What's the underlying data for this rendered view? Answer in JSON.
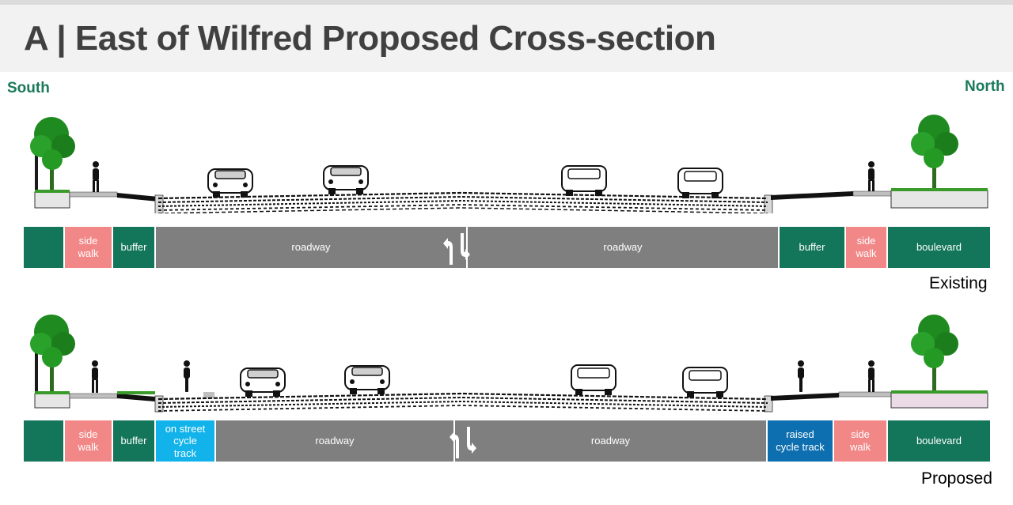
{
  "header": {
    "title": "A | East of Wilfred Proposed Cross-section"
  },
  "directions": {
    "south": "South",
    "north": "North"
  },
  "sections": [
    {
      "caption": "Existing",
      "segments": [
        {
          "label": "",
          "color": "#137559",
          "w": 52
        },
        {
          "label": "side\nwalk",
          "color": "#f28787",
          "w": 61
        },
        {
          "label": "buffer",
          "color": "#137559",
          "w": 54
        },
        {
          "label": "roadway",
          "color": "#7f7f7f",
          "w": 394
        },
        {
          "label": "roadway",
          "color": "#7f7f7f",
          "w": 394
        },
        {
          "label": "buffer",
          "color": "#137559",
          "w": 84
        },
        {
          "label": "side\nwalk",
          "color": "#f28787",
          "w": 53
        },
        {
          "label": "boulevard",
          "color": "#137559",
          "w": 129
        }
      ]
    },
    {
      "caption": "Proposed",
      "segments": [
        {
          "label": "",
          "color": "#137559",
          "w": 52
        },
        {
          "label": "side\nwalk",
          "color": "#f28787",
          "w": 61
        },
        {
          "label": "buffer",
          "color": "#137559",
          "w": 54
        },
        {
          "label": "on street\ncycle\ntrack",
          "color": "#12b3ea",
          "w": 76
        },
        {
          "label": "roadway",
          "color": "#7f7f7f",
          "w": 302
        },
        {
          "label": "roadway",
          "color": "#7f7f7f",
          "w": 395
        },
        {
          "label": "raised\ncycle track",
          "color": "#0e6fb0",
          "w": 84
        },
        {
          "label": "side\nwalk",
          "color": "#f28787",
          "w": 68
        },
        {
          "label": "boulevard",
          "color": "#137559",
          "w": 129
        }
      ]
    }
  ]
}
